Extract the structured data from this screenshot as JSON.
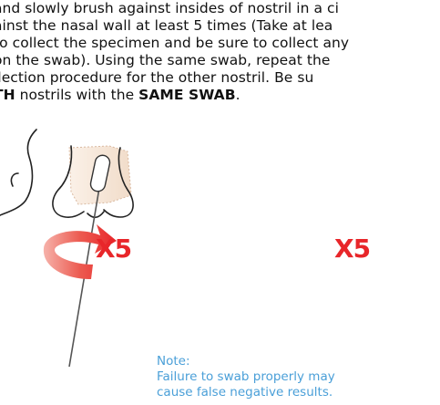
{
  "instructions": {
    "line1": "and slowly brush against insides of nostril in a ci",
    "line2": "ainst the nasal wall at least 5 times (Take at lea",
    "line3": " to collect the specimen and be sure to collect any",
    "line4": "on the swab). Using the same swab, repeat the",
    "line5": "llection procedure for the other nostril. Be su",
    "line6_bold1": "TH",
    "line6_mid": " nostrils with the ",
    "line6_bold2": "SAME SWAB",
    "line6_end": "."
  },
  "illustration": {
    "left_count": "X5",
    "right_count": "X5"
  },
  "note": {
    "label": "Note:",
    "line1": "Failure to swab properly may",
    "line2": "cause false negative results."
  },
  "colors": {
    "arrow_red": "#e8262a",
    "arrow_light": "#f3a19a",
    "next_arrow": "#4fc3c9",
    "note_blue": "#4a9fd8",
    "nose_fill": "#f5e6d8"
  }
}
